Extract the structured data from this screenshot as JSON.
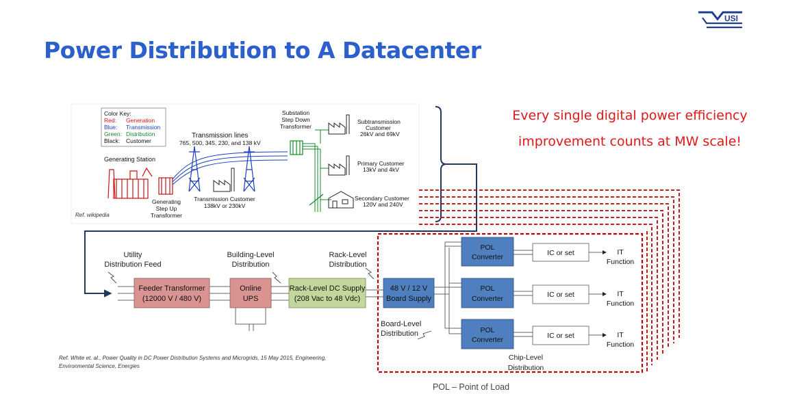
{
  "title": "Power Distribution to A Datacenter",
  "logo_text": "USI",
  "callout": {
    "line1": "Every single digital power efficiency",
    "line2": "improvement counts at MW scale!"
  },
  "grid": {
    "color_key_title": "Color Key:",
    "key": [
      {
        "label": "Red:",
        "value": "Generation",
        "color": "#d11"
      },
      {
        "label": "Blue:",
        "value": "Transmission",
        "color": "#1a3fc0"
      },
      {
        "label": "Green:",
        "value": "Distribution",
        "color": "#128a2a"
      },
      {
        "label": "Black:",
        "value": "Customer",
        "color": "#111"
      }
    ],
    "generating_station": "Generating Station",
    "step_up": [
      "Generating",
      "Step Up",
      "Transformer"
    ],
    "transmission_lines": "Transmission lines",
    "transmission_kv": "765, 500, 345, 230, and 138 kV",
    "transmission_customer": [
      "Transmission Customer",
      "138kV or 230kV"
    ],
    "substation": [
      "Substation",
      "Step Down",
      "Transformer"
    ],
    "subtransmission": [
      "Subtransmission",
      "Customer",
      "26kV and 69kV"
    ],
    "primary": [
      "Primary Customer",
      "13kV and 4kV"
    ],
    "secondary": [
      "Secondary Customer",
      "120V and 240V"
    ],
    "ref": "Ref. wikipedia"
  },
  "dc": {
    "utility": [
      "Utility",
      "Distribution Feed"
    ],
    "building": [
      "Building-Level",
      "Distribution"
    ],
    "rack": [
      "Rack-Level",
      "Distribution"
    ],
    "feeder": [
      "Feeder Transformer",
      "(12000 V / 480 V)"
    ],
    "ups": [
      "Online",
      "UPS"
    ],
    "rack_supply": [
      "Rack-Level DC Supply",
      "(208 Vac to 48 Vdc)"
    ],
    "board_supply": [
      "48 V / 12 V",
      "Board Supply"
    ],
    "board_level": [
      "Board-Level",
      "Distribution"
    ],
    "pol": [
      "POL",
      "Converter"
    ],
    "ic": "IC or set",
    "it": [
      "IT",
      "Function"
    ],
    "chip_level": [
      "Chip-Level",
      "Distribution"
    ],
    "ref": [
      "Ref. White et. al., Power Quality in DC Power Distribution Systems and Microgrids, 15 May 2015, Engineering,",
      "Environmental Science, Energies"
    ],
    "pol_legend": "POL – Point of Load"
  },
  "colors": {
    "title_blue": "#2a5fcc",
    "callout_red": "#e01818",
    "feeder_fill": "#d99391",
    "rack_fill": "#c3d69b",
    "pol_fill": "#4f7fbf",
    "dashed_red": "#c00000",
    "bracket_navy": "#1f3864"
  }
}
